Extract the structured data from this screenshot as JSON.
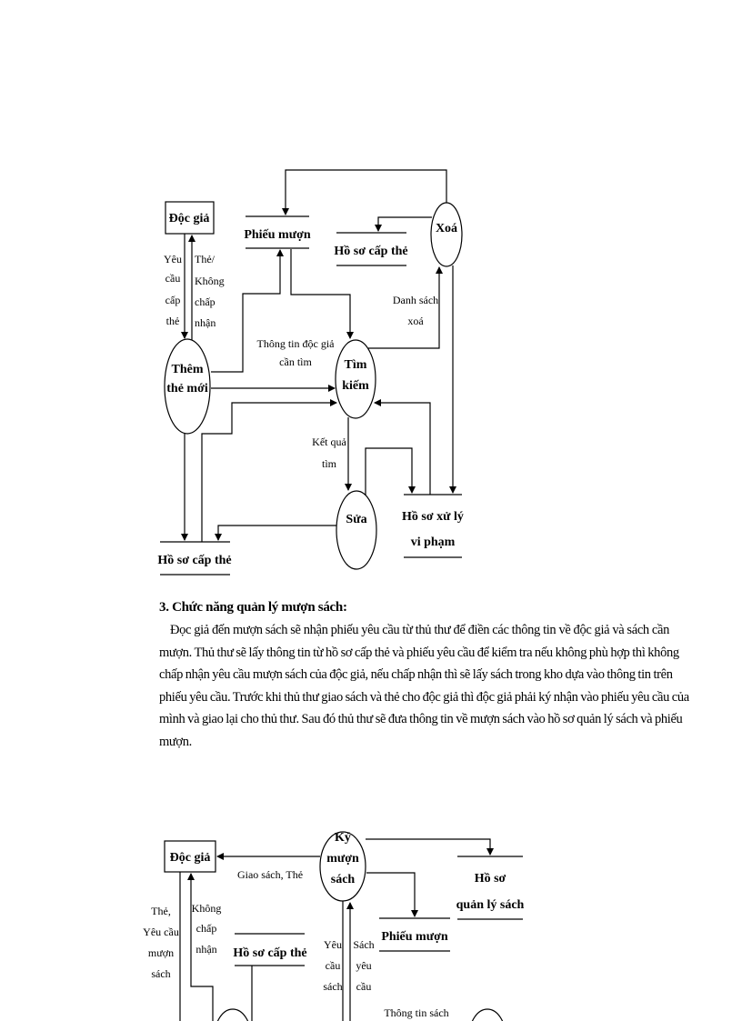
{
  "diagram1": {
    "doc_gia": "Độc giả",
    "phieu_muon": "Phiếu mượn",
    "ho_so_cap_the_top": "Hồ sơ cấp thẻ",
    "xoa": "Xoá",
    "them_the_moi": [
      "Thêm",
      "thẻ mới"
    ],
    "tim_kiem": [
      "Tìm",
      "kiếm"
    ],
    "sua": "Sửa",
    "ho_so_xu_ly": [
      "Hồ sơ xử lý",
      "vi phạm"
    ],
    "ho_so_cap_the_bottom": "Hồ sơ cấp thẻ",
    "label_yeu_cau": [
      "Yêu",
      "cầu",
      "cấp",
      "thẻ"
    ],
    "label_the_khong": [
      "Thẻ/",
      "Không",
      "chấp",
      "nhận"
    ],
    "label_thong_tin": [
      "Thông tin độc giả",
      "cần tìm"
    ],
    "label_danh_sach": [
      "Danh sách",
      "xoá"
    ],
    "label_ket_qua": [
      "Kết quả",
      "tìm"
    ]
  },
  "section": {
    "heading": "3. Chức năng quản lý mượn sách:",
    "lines": [
      "Đọc giả đến mượn sách sẽ nhận phiếu yêu cầu từ  thủ thư để điền các thông tin về độc giả và sách cần",
      "mượn. Thủ thư sẽ lấy thông tin từ hồ sơ cấp thẻ và phiếu yêu cầu để kiểm tra nếu không phù hợp thì không",
      "chấp nhận yêu cầu mượn sách của độc giả, nếu chấp nhận thì sẽ lấy sách trong kho dựa vào thông tin trên",
      "phiếu yêu cầu. Trước khi thủ thư giao sách và thẻ cho độc giả thì độc giả phải ký nhận vào phiếu yêu cầu của",
      "mình và giao lại cho thủ thư. Sau đó thủ thư sẽ đưa thông tin về mượn sách vào hồ sơ quản lý sách và phiếu",
      "mượn."
    ]
  },
  "diagram2": {
    "doc_gia": "Độc giả",
    "ky_muon_sach": [
      "Ký",
      "mượn",
      "sách"
    ],
    "ho_so_quan_ly_sach": [
      "Hồ sơ",
      "quản  lý sách"
    ],
    "phieu_muon": "Phiếu mượn",
    "ho_so_cap_the": "Hồ sơ cấp thẻ",
    "label_giao_sach": "Giao sách, Thẻ",
    "label_the_yeu_cau": [
      "Thẻ,",
      "Yêu cầu",
      "mượn",
      "sách"
    ],
    "label_khong_chap_nhan": [
      "Không",
      "chấp",
      "nhận"
    ],
    "label_yeu_cau_sach": [
      "Yêu",
      "cầu",
      "sách"
    ],
    "label_sach_yeu_cau": [
      "Sách",
      "yêu",
      "cầu"
    ],
    "label_thong_tin_sach": "Thông tin sách"
  }
}
